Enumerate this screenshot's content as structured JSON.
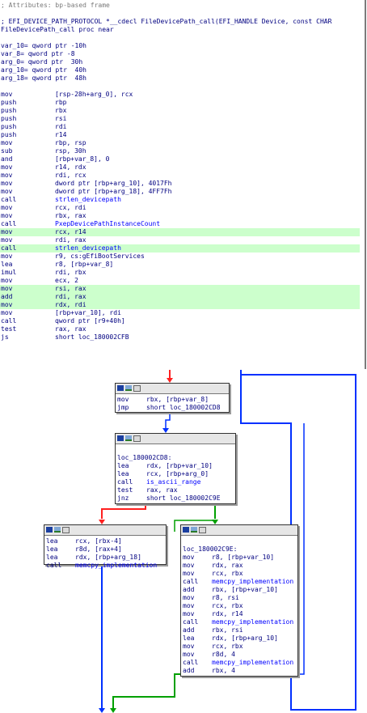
{
  "top_listing": [
    {
      "full": "; Attributes: bp-based frame",
      "grey": true
    },
    {
      "full": ""
    },
    {
      "full": "; EFI_DEVICE_PATH_PROTOCOL *__cdecl FileDevicePath_call(EFI_HANDLE Device, const CHAR"
    },
    {
      "full": "FileDevicePath_call proc near"
    },
    {
      "full": ""
    },
    {
      "full": "var_10= qword ptr -10h"
    },
    {
      "full": "var_8= qword ptr -8"
    },
    {
      "full": "arg_0= qword ptr  30h"
    },
    {
      "full": "arg_10= qword ptr  40h"
    },
    {
      "full": "arg_18= qword ptr  48h"
    },
    {
      "full": ""
    },
    {
      "m": "mov",
      "o": "[rsp-28h+arg_0], rcx"
    },
    {
      "m": "push",
      "o": "rbp"
    },
    {
      "m": "push",
      "o": "rbx"
    },
    {
      "m": "push",
      "o": "rsi"
    },
    {
      "m": "push",
      "o": "rdi"
    },
    {
      "m": "push",
      "o": "r14"
    },
    {
      "m": "mov",
      "o": "rbp, rsp"
    },
    {
      "m": "sub",
      "o": "rsp, 30h"
    },
    {
      "m": "and",
      "o": "[rbp+var_8], 0"
    },
    {
      "m": "mov",
      "o": "r14, rdx"
    },
    {
      "m": "mov",
      "o": "rdi, rcx"
    },
    {
      "m": "mov",
      "o": "dword ptr [rbp+arg_10], 4017Fh"
    },
    {
      "m": "mov",
      "o": "dword ptr [rbp+arg_18], 4FF7Fh"
    },
    {
      "m": "call",
      "o": "strlen_devicepath",
      "fn": true
    },
    {
      "m": "mov",
      "o": "rcx, rdi"
    },
    {
      "m": "mov",
      "o": "rbx, rax"
    },
    {
      "m": "call",
      "o": "PxepDevicePathInstanceCount",
      "fn": true
    },
    {
      "m": "mov",
      "o": "rcx, r14",
      "hl": true
    },
    {
      "m": "mov",
      "o": "rdi, rax"
    },
    {
      "m": "call",
      "o": "strlen_devicepath",
      "fn": true,
      "hl": true
    },
    {
      "m": "mov",
      "o": "r9, cs:gEfiBootServices"
    },
    {
      "m": "lea",
      "o": "r8, [rbp+var_8]"
    },
    {
      "m": "imul",
      "o": "rdi, rbx"
    },
    {
      "m": "mov",
      "o": "ecx, 2"
    },
    {
      "m": "mov",
      "o": "rsi, rax",
      "hl": true
    },
    {
      "m": "add",
      "o": "rdi, rax",
      "hl": true
    },
    {
      "m": "mov",
      "o": "rdx, rdi",
      "hl": true
    },
    {
      "m": "mov",
      "o": "[rbp+var_10], rdi"
    },
    {
      "m": "call",
      "o": "qword ptr [r9+40h]"
    },
    {
      "m": "test",
      "o": "rax, rax"
    },
    {
      "m": "js",
      "o": "short loc_180002CFB"
    }
  ],
  "graph": {
    "node_a": [
      {
        "m": "mov",
        "o": "rbx, [rbp+var_8]"
      },
      {
        "m": "jmp",
        "o": "short loc_180002CD8"
      }
    ],
    "node_b": [
      {
        "full": ""
      },
      {
        "full": "loc_180002CD8:"
      },
      {
        "m": "lea",
        "o": "rdx, [rbp+var_10]"
      },
      {
        "m": "lea",
        "o": "rcx, [rbp+arg_0]"
      },
      {
        "m": "call",
        "o": "is_ascii_range",
        "fn": true
      },
      {
        "m": "test",
        "o": "rax, rax"
      },
      {
        "m": "jnz",
        "o": "short loc_180002C9E"
      }
    ],
    "node_c": [
      {
        "m": "lea",
        "o": "rcx, [rbx-4]"
      },
      {
        "m": "lea",
        "o": "r8d, [rax+4]"
      },
      {
        "m": "lea",
        "o": "rdx, [rbp+arg_18]"
      },
      {
        "m": "call",
        "o": "memcpy_implementation",
        "fn": true
      }
    ],
    "node_d": [
      {
        "full": ""
      },
      {
        "full": "loc_180002C9E:"
      },
      {
        "m": "mov",
        "o": "r8, [rbp+var_10]"
      },
      {
        "m": "mov",
        "o": "rdx, rax"
      },
      {
        "m": "mov",
        "o": "rcx, rbx"
      },
      {
        "m": "call",
        "o": "memcpy_implementation",
        "fn": true
      },
      {
        "m": "add",
        "o": "rbx, [rbp+var_10]"
      },
      {
        "m": "mov",
        "o": "r8, rsi"
      },
      {
        "m": "mov",
        "o": "rcx, rbx"
      },
      {
        "m": "mov",
        "o": "rdx, r14"
      },
      {
        "m": "call",
        "o": "memcpy_implementation",
        "fn": true
      },
      {
        "m": "add",
        "o": "rbx, rsi"
      },
      {
        "m": "lea",
        "o": "rdx, [rbp+arg_10]"
      },
      {
        "m": "mov",
        "o": "rcx, rbx"
      },
      {
        "m": "mov",
        "o": "r8d, 4"
      },
      {
        "m": "call",
        "o": "memcpy_implementation",
        "fn": true
      },
      {
        "m": "add",
        "o": "rbx, 4"
      }
    ]
  },
  "colors": {
    "edge_red": "#ff2020",
    "edge_green": "#00a000",
    "edge_blue": "#0030ff",
    "highlight": "#ccffcc",
    "code_text": "#000080",
    "func_name": "#0000ff"
  },
  "icons": [
    "graph-color-icon",
    "graph-image-icon",
    "graph-comment-icon"
  ]
}
